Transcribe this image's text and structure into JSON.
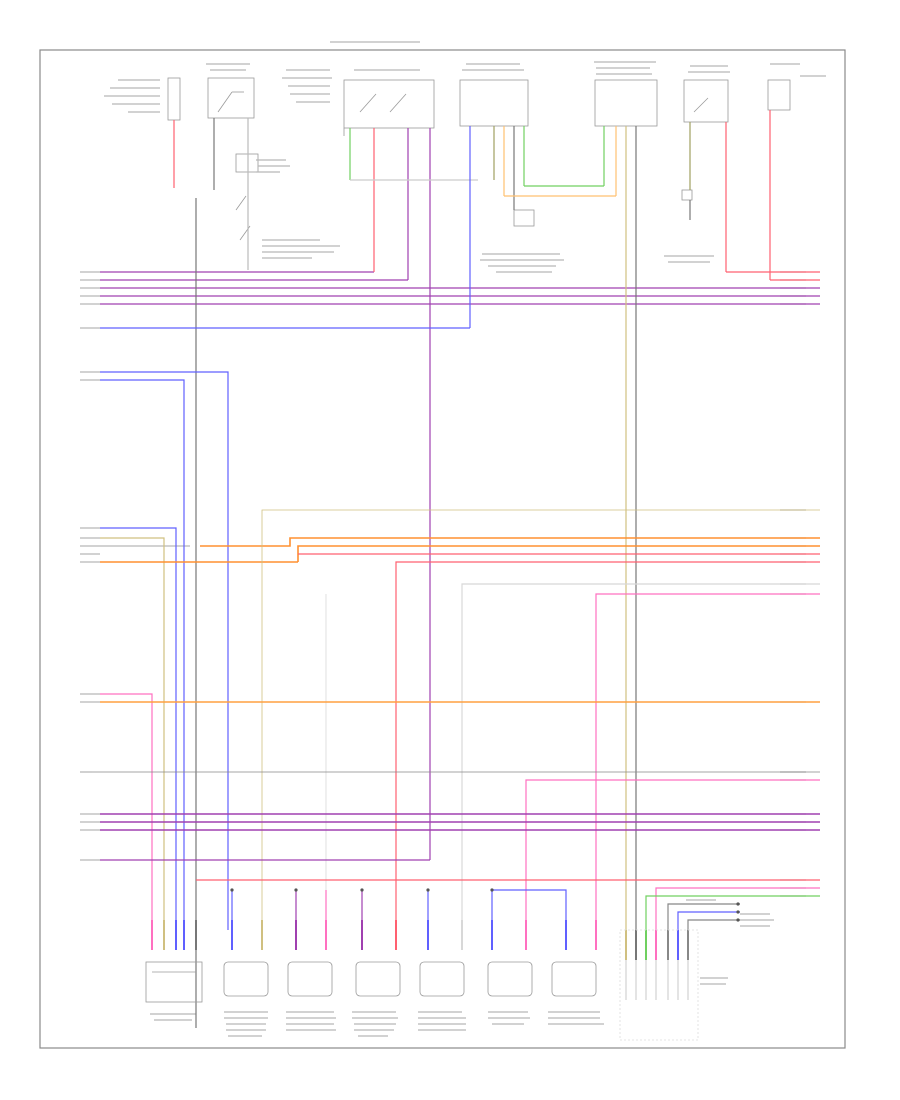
{
  "diagram": {
    "footer_code": "",
    "colors": {
      "frame": "#7f7f7f",
      "violet": "#a040b0",
      "red": "#ff6070",
      "pink": "#ff70c0",
      "blue": "#6060ff",
      "orange": "#ff9030",
      "light_orange": "#ffc070",
      "green": "#70d060",
      "gray": "#a0a0a0",
      "light_gray": "#d8d8d8",
      "tan": "#d0c080",
      "black": "#222222"
    },
    "components_top": [
      {
        "id": "c1",
        "icon": "sensor-box-icon"
      },
      {
        "id": "c2",
        "icon": "relay-switch-icon"
      },
      {
        "id": "c3",
        "icon": "relay-switch-icon"
      },
      {
        "id": "c4",
        "icon": "module-connector-icon"
      },
      {
        "id": "c5",
        "icon": "module-connector-icon"
      },
      {
        "id": "c6",
        "icon": "relay-switch-icon"
      },
      {
        "id": "c7",
        "icon": "sensor-box-icon"
      }
    ],
    "components_bottom": [
      {
        "id": "b1",
        "icon": "sensor-box-icon"
      },
      {
        "id": "b2",
        "icon": "sensor-box-icon"
      },
      {
        "id": "b3",
        "icon": "sensor-box-icon"
      },
      {
        "id": "b4",
        "icon": "sensor-box-icon"
      },
      {
        "id": "b5",
        "icon": "sensor-box-icon"
      },
      {
        "id": "b6",
        "icon": "sensor-box-icon"
      },
      {
        "id": "b7",
        "icon": "sensor-box-icon"
      },
      {
        "id": "b8",
        "icon": "module-connector-icon"
      }
    ]
  }
}
